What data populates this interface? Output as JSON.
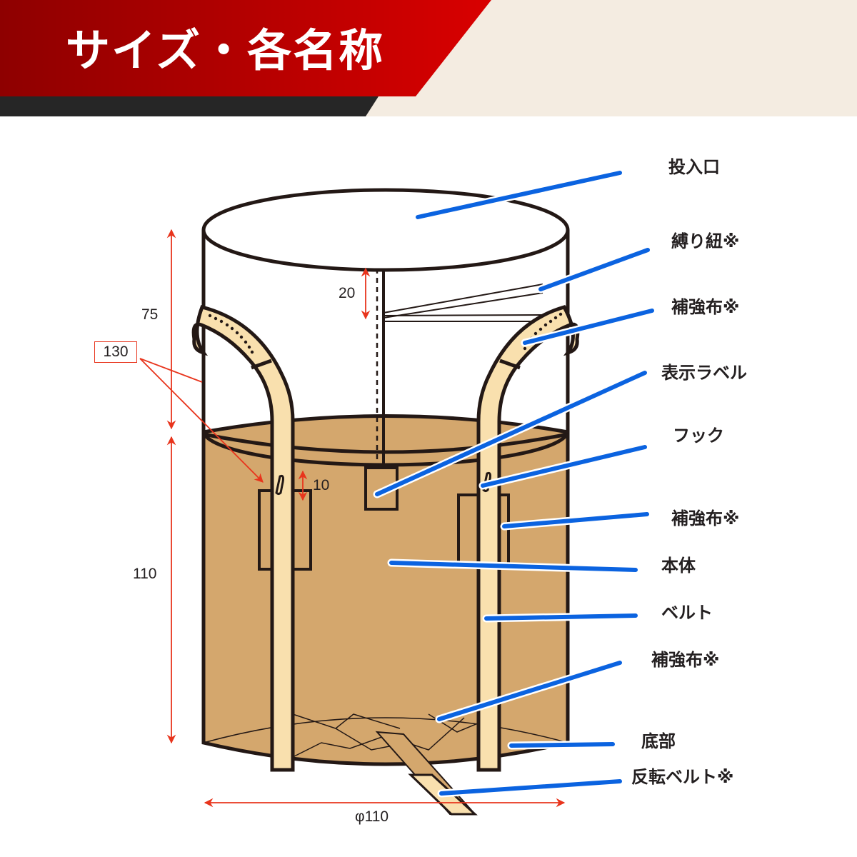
{
  "header": {
    "title": "サイズ・各名称",
    "colors": {
      "red_dark": "#8b0000",
      "red_bright": "#d40000",
      "band_dark": "#262626",
      "cream": "#f4ece1"
    }
  },
  "diagram": {
    "colors": {
      "body_fill": "#d4a76d",
      "belt_fill": "#f9e0ae",
      "outline": "#231815",
      "dimension": "#e8341c",
      "leader": "#0b63e0"
    },
    "dimensions": {
      "top_height": "75",
      "belt_length": "130",
      "spout_depth": "20",
      "hook_offset": "10",
      "body_height": "110",
      "diameter": "φ110"
    },
    "labels": [
      {
        "id": "opening",
        "text": "投入口"
      },
      {
        "id": "tie_string",
        "text": "縛り紐※"
      },
      {
        "id": "reinforcement_top",
        "text": "補強布※"
      },
      {
        "id": "display_label",
        "text": "表示ラベル"
      },
      {
        "id": "hook",
        "text": "フック"
      },
      {
        "id": "reinforcement_mid",
        "text": "補強布※"
      },
      {
        "id": "body",
        "text": "本体"
      },
      {
        "id": "belt",
        "text": "ベルト"
      },
      {
        "id": "reinforcement_bottom",
        "text": "補強布※"
      },
      {
        "id": "bottom",
        "text": "底部"
      },
      {
        "id": "reverse_belt",
        "text": "反転ベルト※"
      }
    ]
  }
}
